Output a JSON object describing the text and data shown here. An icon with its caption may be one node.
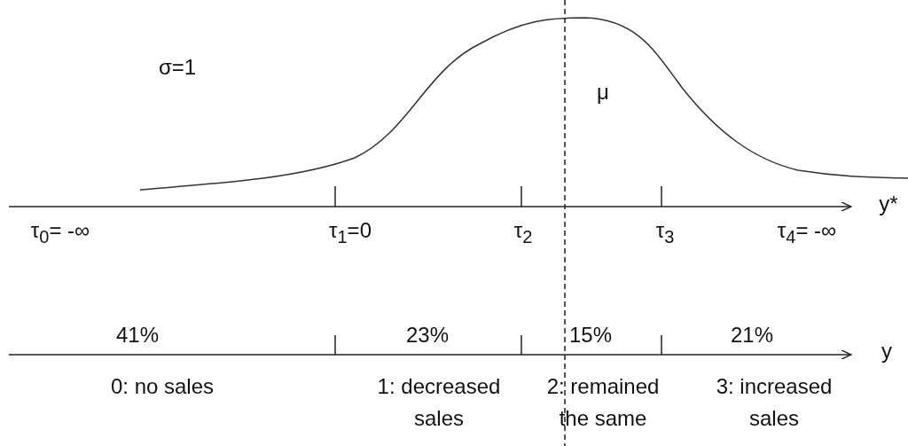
{
  "diagram": {
    "labels": [
      "σ=1",
      "μ",
      "y*",
      "τ$_{0}$= -∞",
      "τ$_{1}$=0",
      "τ$_{2}$",
      "τ$_{3}$",
      "τ$_{4}$= -∞",
      "41%",
      "23%",
      "15%",
      "21%",
      "y",
      "0: no sales",
      "1: decreased sales",
      "2: remained the same",
      "3: increased sales"
    ]
  }
}
